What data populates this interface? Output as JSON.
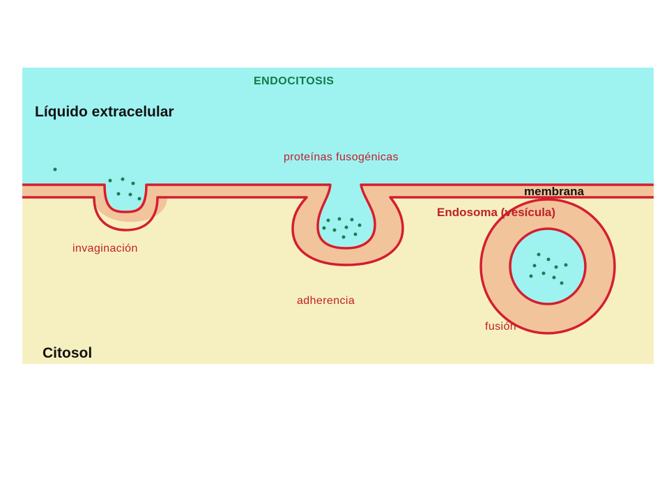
{
  "title": "ENDOCITOSIS",
  "labels": {
    "extracellular": "Líquido extracelular",
    "cytosol": "Citosol",
    "membrane": "membrana",
    "endosome": "Endosoma (vesícula)",
    "fusogenic_proteins": "proteínas fusogénicas",
    "invagination": "invaginación",
    "adherence": "adherencia",
    "fusion": "fusión"
  },
  "colors": {
    "extracellular_fill": "#9ef3f1",
    "cytosol_fill": "#f6f0c0",
    "membrane_fill": "#f2c49c",
    "membrane_outline": "#d41e2f",
    "particle": "#1f7a55",
    "title_text": "#127a45",
    "label_text": "#111111",
    "step_text": "#c0202a"
  }
}
